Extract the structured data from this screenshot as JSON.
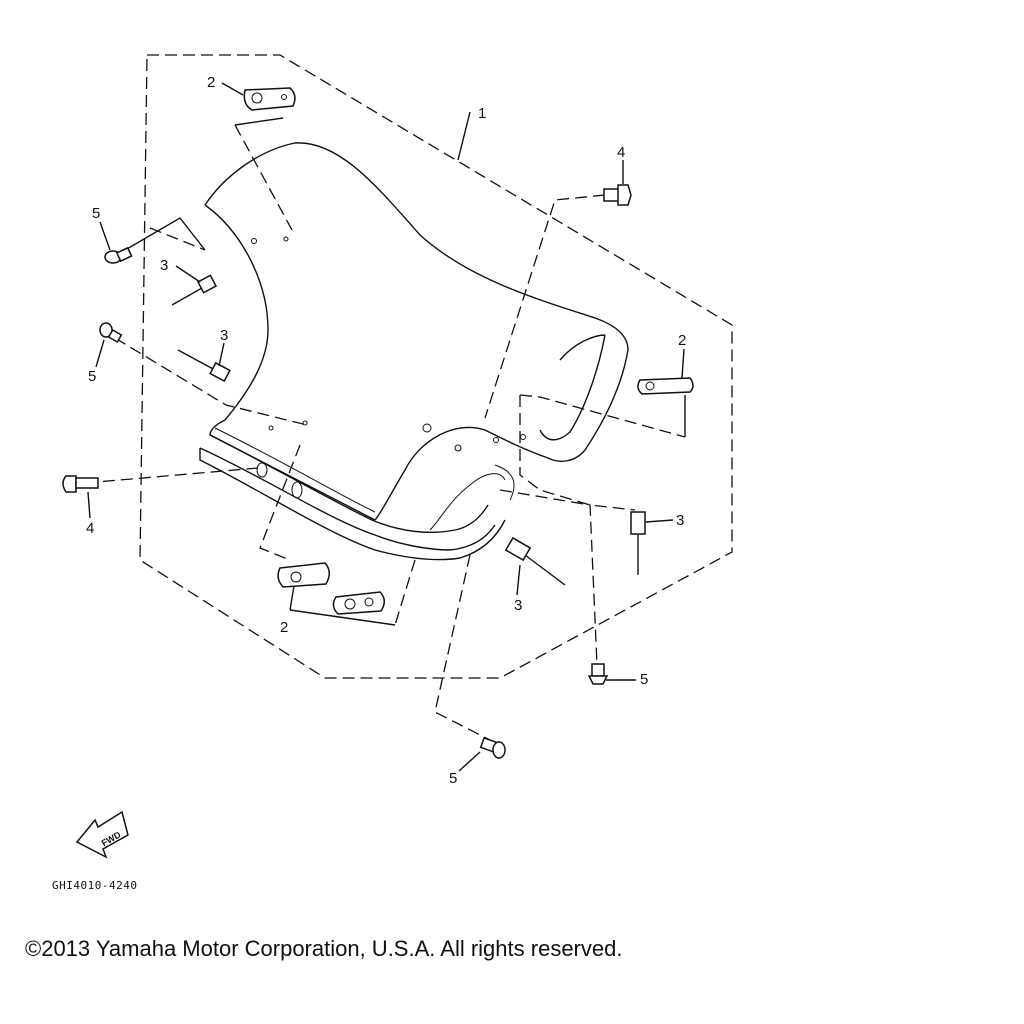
{
  "callouts": {
    "c1": "1",
    "c2_top": "2",
    "c2_right": "2",
    "c2_bottom": "2",
    "c3_left_upper": "3",
    "c3_left_lower": "3",
    "c3_right": "3",
    "c3_bottom": "3",
    "c4_top": "4",
    "c4_left": "4",
    "c5_left_upper": "5",
    "c5_left_lower": "5",
    "c5_right": "5",
    "c5_bottom": "5"
  },
  "fwd_badge": "FWD",
  "drawing_code": "GHI4010-4240",
  "copyright": "©2013 Yamaha Motor Corporation, U.S.A. All rights reserved."
}
